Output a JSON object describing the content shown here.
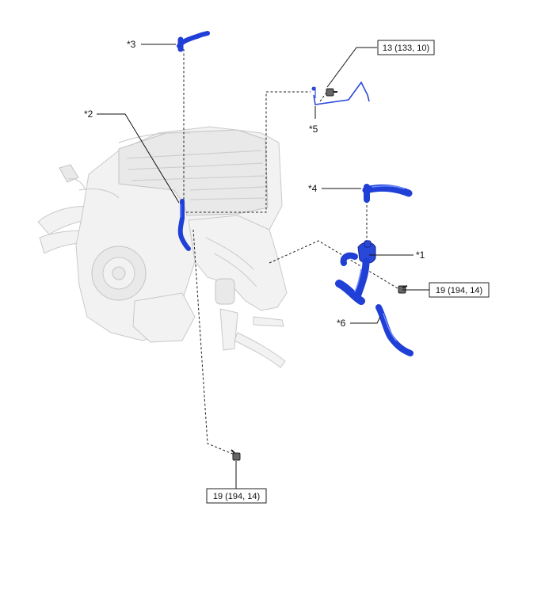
{
  "callouts": {
    "c1": "*1",
    "c2": "*2",
    "c3": "*3",
    "c4": "*4",
    "c5": "*5",
    "c6": "*6"
  },
  "torque_specs": {
    "top_right": "13 (133, 10)",
    "right": "19 (194, 14)",
    "bottom": "19 (194, 14)"
  },
  "colors": {
    "highlight_part": "#1f3fd6",
    "engine_ghost": "#f2f2f2"
  },
  "icons": [
    "bolt-icon",
    "bolt-icon",
    "bolt-icon"
  ]
}
